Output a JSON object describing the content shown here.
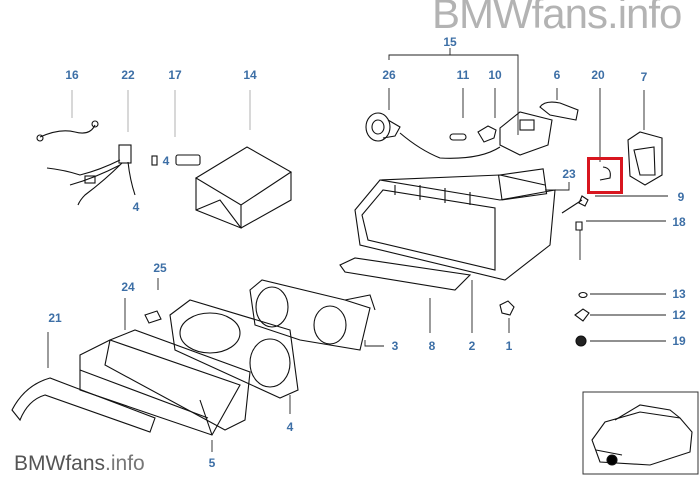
{
  "watermark": {
    "top": "BMWfans.info",
    "bottom_brand": "BMWfans",
    "bottom_suffix": ".info"
  },
  "part_labels": {
    "p15": "15",
    "p26": "26",
    "p11": "11",
    "p10": "10",
    "p6": "6",
    "p20": "20",
    "p7": "7",
    "p16": "16",
    "p22": "22",
    "p17": "17",
    "p14": "14",
    "p4a": "4",
    "p4b": "4",
    "p23": "23",
    "p9": "9",
    "p18": "18",
    "p25": "25",
    "p24": "24",
    "p21": "21",
    "p3": "3",
    "p8": "8",
    "p2": "2",
    "p1": "1",
    "p13": "13",
    "p12": "12",
    "p19": "19",
    "p4c": "4",
    "p5": "5"
  },
  "highlighted_part": "20",
  "colors": {
    "label": "#3d6fa6",
    "highlight": "#d8161f"
  }
}
